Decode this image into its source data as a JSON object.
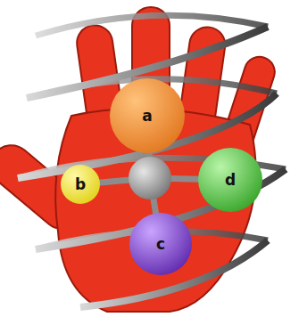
{
  "diagram": {
    "nodes": [
      {
        "text": [
          "a"
        ]
      },
      {
        "text": [
          "b"
        ]
      },
      {
        "text": [
          "c"
        ]
      },
      {
        "text": [
          "d"
        ]
      }
    ]
  }
}
